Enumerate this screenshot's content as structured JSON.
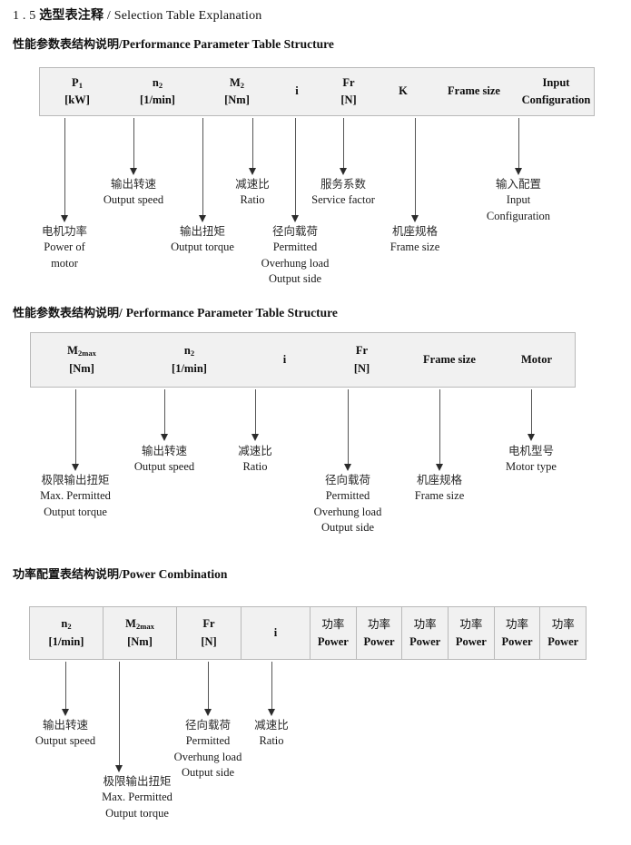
{
  "document": {
    "chapter_number": "1 . 5",
    "chapter_title_cn": "选型表注释",
    "chapter_title_sep": "/",
    "chapter_title_en": "Selection Table Explanation"
  },
  "sections": [
    {
      "heading_cn": "性能参数表结构说明",
      "heading_sep": "/",
      "heading_en": "Performance Parameter Table Structure",
      "table": {
        "divided": false,
        "columns": [
          {
            "symbol": "P",
            "sub": "1",
            "unit": "[kW]"
          },
          {
            "symbol": "n",
            "sub": "2",
            "unit": "[1/min]"
          },
          {
            "symbol": "M",
            "sub": "2",
            "unit": "[Nm]"
          },
          {
            "symbol": "i",
            "sub": "",
            "unit": ""
          },
          {
            "symbol": "Fr",
            "sub": "",
            "unit": "[N]"
          },
          {
            "symbol": "K",
            "sub": "",
            "unit": ""
          },
          {
            "symbol": "Frame size",
            "sub": "",
            "unit": ""
          },
          {
            "symbol": "Input",
            "sub": "",
            "unit": "Configuration"
          }
        ]
      },
      "annotations": [
        {
          "cn": "电机功率",
          "en": [
            "Power of",
            "motor"
          ]
        },
        {
          "cn": "输出转速",
          "en": [
            "Output speed"
          ]
        },
        {
          "cn": "输出扭矩",
          "en": [
            "Output torque"
          ]
        },
        {
          "cn": "减速比",
          "en": [
            "Ratio"
          ]
        },
        {
          "cn": "径向载荷",
          "en": [
            "Permitted",
            "Overhung load",
            "Output side"
          ]
        },
        {
          "cn": "服务系数",
          "en": [
            "Service factor"
          ]
        },
        {
          "cn": "机座规格",
          "en": [
            "Frame size"
          ]
        },
        {
          "cn": "输入配置",
          "en": [
            "Input",
            "Configuration"
          ]
        }
      ]
    },
    {
      "heading_cn": "性能参数表结构说明",
      "heading_sep": "/",
      "heading_en": "Performance Parameter Table Structure",
      "table": {
        "divided": false,
        "columns": [
          {
            "symbol": "M",
            "sub": "2max",
            "unit": "[Nm]"
          },
          {
            "symbol": "n",
            "sub": "2",
            "unit": "[1/min]"
          },
          {
            "symbol": "i",
            "sub": "",
            "unit": ""
          },
          {
            "symbol": "Fr",
            "sub": "",
            "unit": "[N]"
          },
          {
            "symbol": "Frame size",
            "sub": "",
            "unit": ""
          },
          {
            "symbol": "Motor",
            "sub": "",
            "unit": ""
          }
        ]
      },
      "annotations": [
        {
          "cn": "极限输出扭矩",
          "en": [
            "Max. Permitted",
            "Output  torque"
          ]
        },
        {
          "cn": "输出转速",
          "en": [
            "Output speed"
          ]
        },
        {
          "cn": "减速比",
          "en": [
            "Ratio"
          ]
        },
        {
          "cn": "径向载荷",
          "en": [
            "Permitted",
            "Overhung load",
            "Output side"
          ]
        },
        {
          "cn": "机座规格",
          "en": [
            "Frame size"
          ]
        },
        {
          "cn": "电机型号",
          "en": [
            "Motor type"
          ]
        }
      ]
    },
    {
      "heading_cn": "功率配置表结构说明",
      "heading_sep": "/",
      "heading_en": "Power Combination",
      "table": {
        "divided": true,
        "columns": [
          {
            "symbol": "n",
            "sub": "2",
            "unit": "[1/min]"
          },
          {
            "symbol": "M",
            "sub": "2max",
            "unit": "[Nm]"
          },
          {
            "symbol": "Fr",
            "sub": "",
            "unit": "[N]"
          },
          {
            "symbol": "i",
            "sub": "",
            "unit": ""
          },
          {
            "cn_top": "功率",
            "symbol": "",
            "sub": "",
            "unit": "Power"
          },
          {
            "cn_top": "功率",
            "symbol": "",
            "sub": "",
            "unit": "Power"
          },
          {
            "cn_top": "功率",
            "symbol": "",
            "sub": "",
            "unit": "Power"
          },
          {
            "cn_top": "功率",
            "symbol": "",
            "sub": "",
            "unit": "Power"
          },
          {
            "cn_top": "功率",
            "symbol": "",
            "sub": "",
            "unit": "Power"
          },
          {
            "cn_top": "功率",
            "symbol": "",
            "sub": "",
            "unit": "Power"
          }
        ]
      },
      "annotations": [
        {
          "cn": "输出转速",
          "en": [
            "Output speed"
          ]
        },
        {
          "cn": "极限输出扭矩",
          "en": [
            "Max. Permitted",
            "Output  torque"
          ]
        },
        {
          "cn": "径向载荷",
          "en": [
            "Permitted",
            "Overhung load",
            "Output side"
          ]
        },
        {
          "cn": "减速比",
          "en": [
            "Ratio"
          ]
        }
      ]
    }
  ],
  "colors": {
    "table_fill": "#f1f1f1",
    "table_border": "#b9b9b9",
    "arrow": "#2b2b2b",
    "text": "#1a1a1a"
  }
}
